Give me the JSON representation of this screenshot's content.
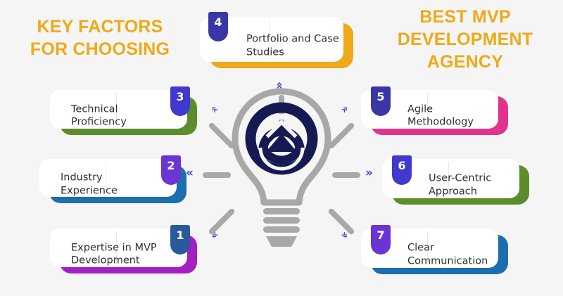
{
  "titles": {
    "left": "KEY FACTORS\nFOR CHOOSING",
    "right": "BEST MVP\nDEVELOPMENT\nAGENCY"
  },
  "colors": {
    "title": "#efa919",
    "background": "#f5f5f5",
    "card_white": "#ffffff",
    "orange": "#efa919",
    "green": "#5d8c2b",
    "blue": "#1b6eb0",
    "purple": "#a41fc0",
    "pink": "#e0348c",
    "badge_indigo": "#2a2e8f",
    "badge_violet": "#4138d0",
    "badge_purple": "#6a35d4",
    "bulb_gray": "#a8a8a8",
    "logo_navy": "#151a53",
    "chevron_purple": "#4b3fd6"
  },
  "cards": [
    {
      "number": "1",
      "label": "Expertise in MVP\nDevelopment",
      "border_color": "#a41fc0",
      "badge_color": "#2a5a9e",
      "badge_side": "right",
      "label_align": "left"
    },
    {
      "number": "2",
      "label": "Industry Experience",
      "border_color": "#1b6eb0",
      "badge_color": "#6a35d4",
      "badge_side": "right",
      "label_align": "left"
    },
    {
      "number": "3",
      "label": "Technical\nProficiency",
      "border_color": "#5d8c2b",
      "badge_color": "#4138d0",
      "badge_side": "right",
      "label_align": "left"
    },
    {
      "number": "4",
      "label": "Portfolio and Case\nStudies",
      "border_color": "#efa919",
      "badge_color": "#3a36a8",
      "badge_side": "left",
      "label_align": "right"
    },
    {
      "number": "5",
      "label": "Agile Methodology",
      "border_color": "#e0348c",
      "badge_color": "#3a36a8",
      "badge_side": "left",
      "label_align": "right"
    },
    {
      "number": "6",
      "label": "User-Centric\nApproach",
      "border_color": "#5d8c2b",
      "badge_color": "#4138d0",
      "badge_side": "left",
      "label_align": "right"
    },
    {
      "number": "7",
      "label": "Clear\nCommunication",
      "border_color": "#1b6eb0",
      "badge_color": "#6a35d4",
      "badge_side": "left",
      "label_align": "right"
    }
  ],
  "center": {
    "icon": "lightbulb-icon",
    "logo": "chevron-circle-logo"
  },
  "rays": [
    {
      "name": "ray-up",
      "chevron": "«"
    },
    {
      "name": "ray-upper-left",
      "chevron": "«"
    },
    {
      "name": "ray-upper-right",
      "chevron": "»"
    },
    {
      "name": "ray-left",
      "chevron": "«"
    },
    {
      "name": "ray-right",
      "chevron": "»"
    },
    {
      "name": "ray-lower-left",
      "chevron": "«"
    },
    {
      "name": "ray-lower-right",
      "chevron": "»"
    }
  ]
}
